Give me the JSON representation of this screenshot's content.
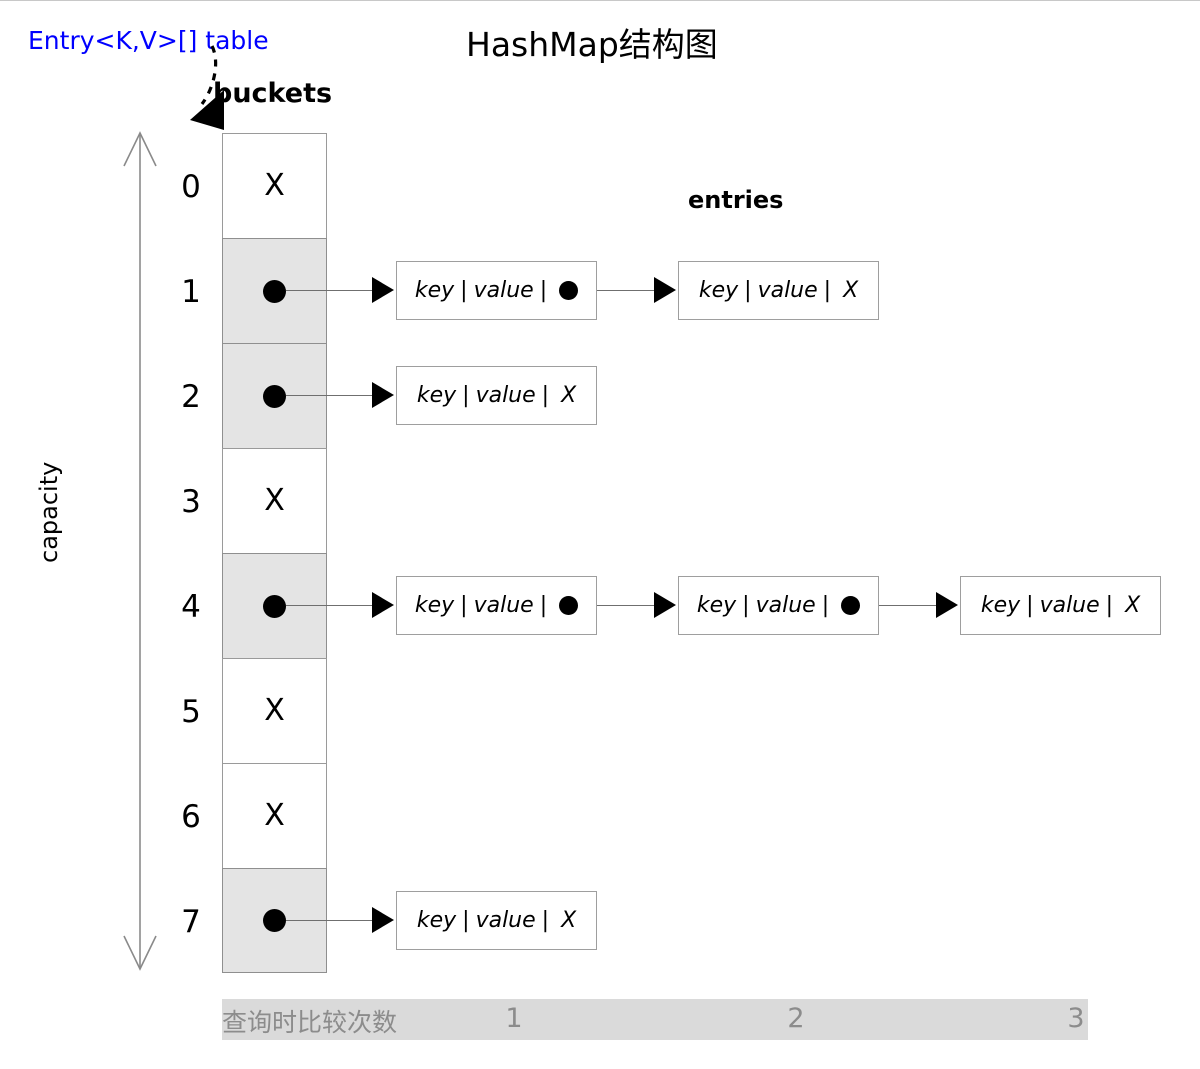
{
  "diagram": {
    "title": "HashMap结构图",
    "table_label": "Entry<K,V>[] table",
    "buckets_label": "buckets",
    "entries_label": "entries",
    "capacity_label": "capacity",
    "empty_mark": "X",
    "field_key": "key",
    "field_value": "value",
    "separator": "|",
    "colors": {
      "label_blue": "#0000ff",
      "cell_filled": "#e4e4e4",
      "cell_empty": "#ffffff",
      "cell_border": "#9a9a9a",
      "bar_background": "#dadada",
      "bar_text": "#8c8c8c",
      "line": "#6f6f6f",
      "ink": "#000000"
    },
    "icons": {
      "bucket_pointer": "filled-circle-icon",
      "bucket_empty": "x-mark-icon",
      "chain_arrow": "arrow-right-icon",
      "capacity_arrow": "double-arrow-vertical-icon",
      "table_pointer": "dashed-curved-arrow-icon"
    }
  },
  "buckets": [
    {
      "index": "0",
      "filled": false,
      "mark": "X"
    },
    {
      "index": "1",
      "filled": true,
      "mark": ""
    },
    {
      "index": "2",
      "filled": true,
      "mark": ""
    },
    {
      "index": "3",
      "filled": false,
      "mark": "X"
    },
    {
      "index": "4",
      "filled": true,
      "mark": ""
    },
    {
      "index": "5",
      "filled": false,
      "mark": "X"
    },
    {
      "index": "6",
      "filled": false,
      "mark": "X"
    },
    {
      "index": "7",
      "filled": true,
      "mark": ""
    }
  ],
  "chains": [
    {
      "bucket": "1",
      "entries": [
        {
          "key": "key",
          "value": "value",
          "next": "dot"
        },
        {
          "key": "key",
          "value": "value",
          "next": "X"
        }
      ]
    },
    {
      "bucket": "2",
      "entries": [
        {
          "key": "key",
          "value": "value",
          "next": "X"
        }
      ]
    },
    {
      "bucket": "4",
      "entries": [
        {
          "key": "key",
          "value": "value",
          "next": "dot"
        },
        {
          "key": "key",
          "value": "value",
          "next": "dot"
        },
        {
          "key": "key",
          "value": "value",
          "next": "X"
        }
      ]
    },
    {
      "bucket": "7",
      "entries": [
        {
          "key": "key",
          "value": "value",
          "next": "X"
        }
      ]
    }
  ],
  "compare_bar": {
    "label": "查询时比较次数",
    "counts": [
      "1",
      "2",
      "3"
    ]
  }
}
